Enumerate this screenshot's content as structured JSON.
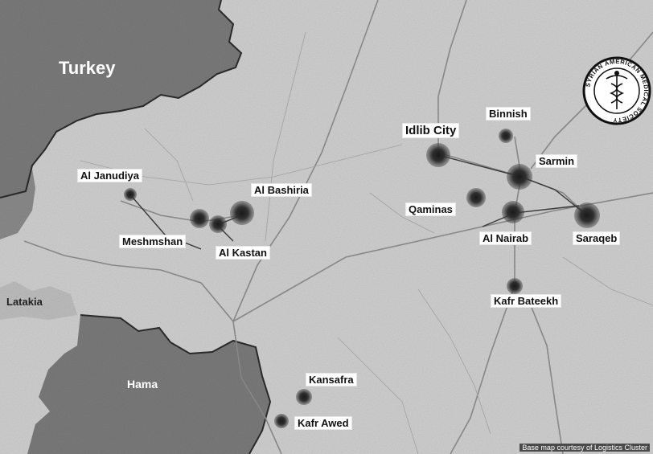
{
  "regions": {
    "turkey": "Turkey",
    "latakia": "Latakia",
    "hama": "Hama"
  },
  "towns": {
    "binnish": "Binnish",
    "idlib_city": "Idlib City",
    "sarmin": "Sarmin",
    "al_janudiya": "Al Janudiya",
    "al_bashiria": "Al Bashiria",
    "qaminas": "Qaminas",
    "meshmshan": "Meshmshan",
    "al_kastan": "Al Kastan",
    "al_nairab": "Al Nairab",
    "saraqeb": "Saraqeb",
    "kafr_bateekh": "Kafr Bateekh",
    "kansafra": "Kansafra",
    "kafr_awed": "Kafr Awed"
  },
  "logo": {
    "text": "SYRIAN AMERICAN MEDICAL SOCIETY",
    "icon": "caduceus-icon"
  },
  "credit": "Base map courtesy of Logistics Cluster",
  "colors": {
    "land": "#cfcfcf",
    "neighbor": "#7a7a7a",
    "border": "#2b2b2b",
    "road": "#9a9a9a",
    "label_bg": "#ffffff"
  }
}
